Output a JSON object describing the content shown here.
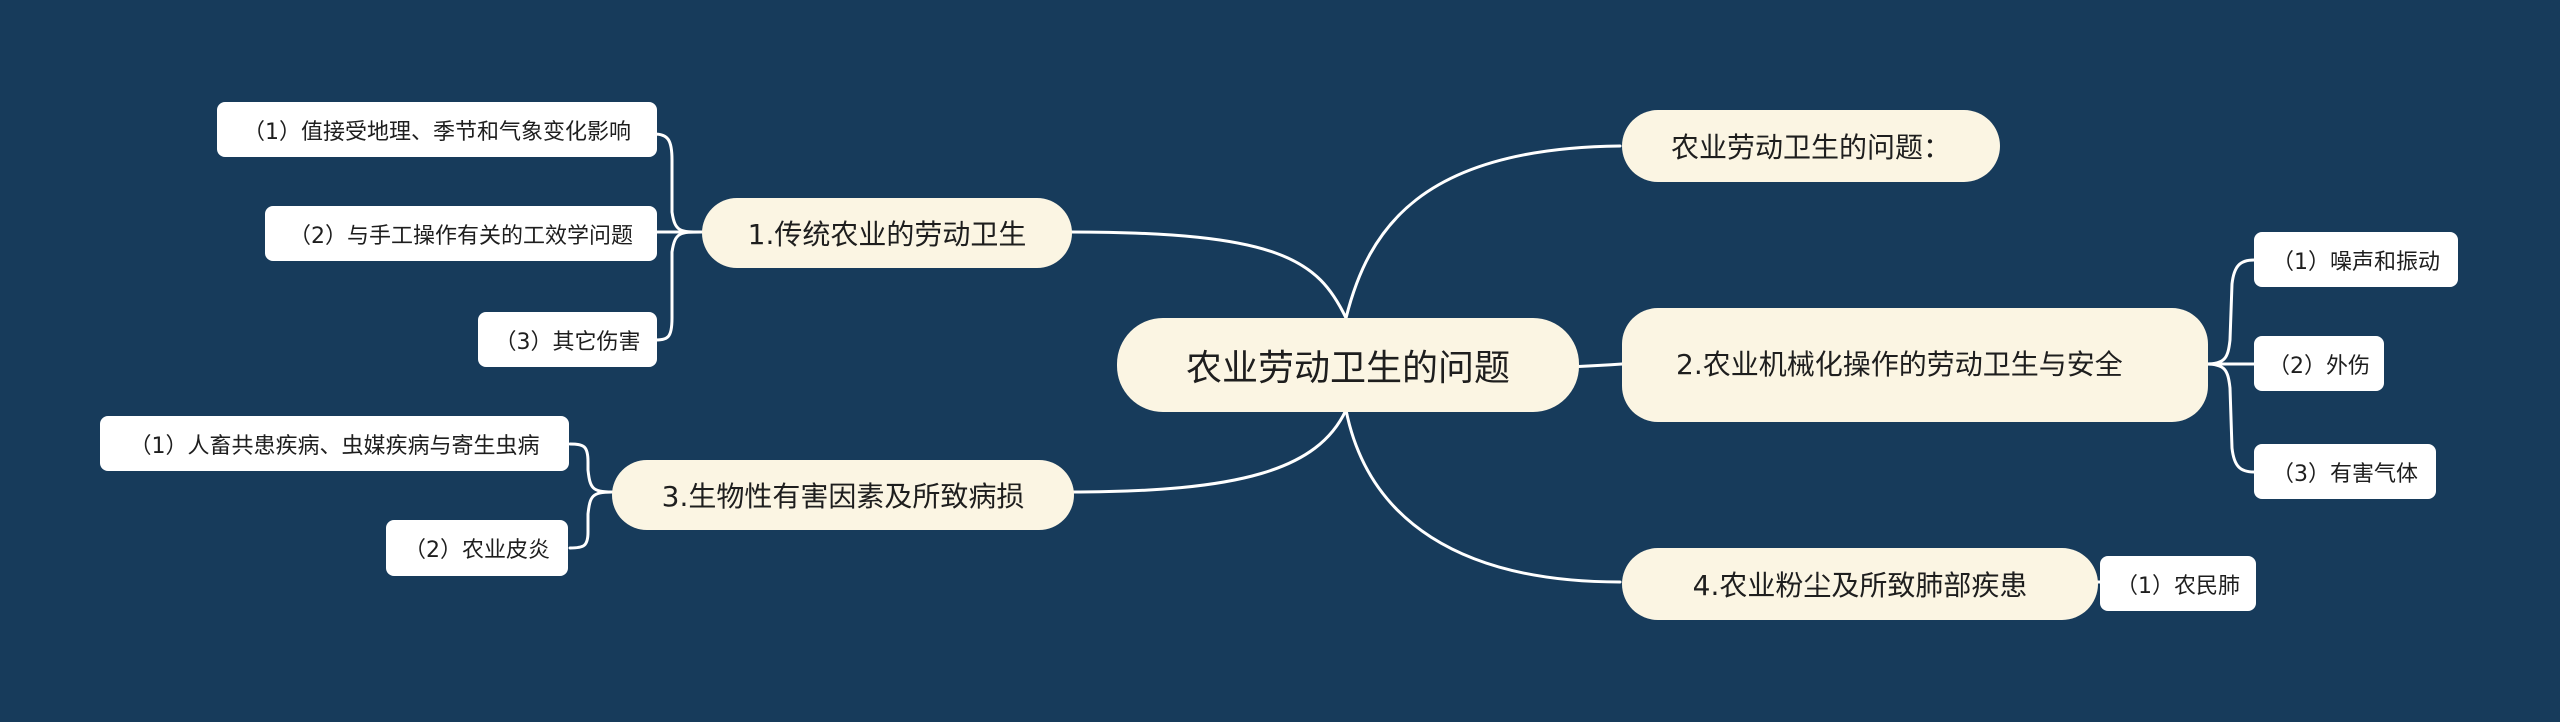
{
  "colors": {
    "background": "#173b5b",
    "main_node": "#fbf5e3",
    "leaf_node": "#ffffff",
    "link": "#ffffff"
  },
  "root": {
    "text": "农业劳动卫生的问题"
  },
  "branches": {
    "b0": {
      "text": "农业劳动卫生的问题："
    },
    "b1": {
      "text": "1.传统农业的劳动卫生",
      "children": [
        "（1）值接受地理、季节和气象变化影响",
        "（2）与手工操作有关的工效学问题",
        "（3）其它伤害"
      ]
    },
    "b2": {
      "text": "2.农业机械化操作的劳动卫生与安全",
      "children": [
        "（1）噪声和振动",
        "（2）外伤",
        "（3）有害气体"
      ]
    },
    "b3": {
      "text": "3.生物性有害因素及所致病损",
      "children": [
        "（1）人畜共患疾病、虫媒疾病与寄生虫病",
        "（2）农业皮炎"
      ]
    },
    "b4": {
      "text": "4.农业粉尘及所致肺部疾患",
      "children": [
        "（1）农民肺"
      ]
    }
  }
}
